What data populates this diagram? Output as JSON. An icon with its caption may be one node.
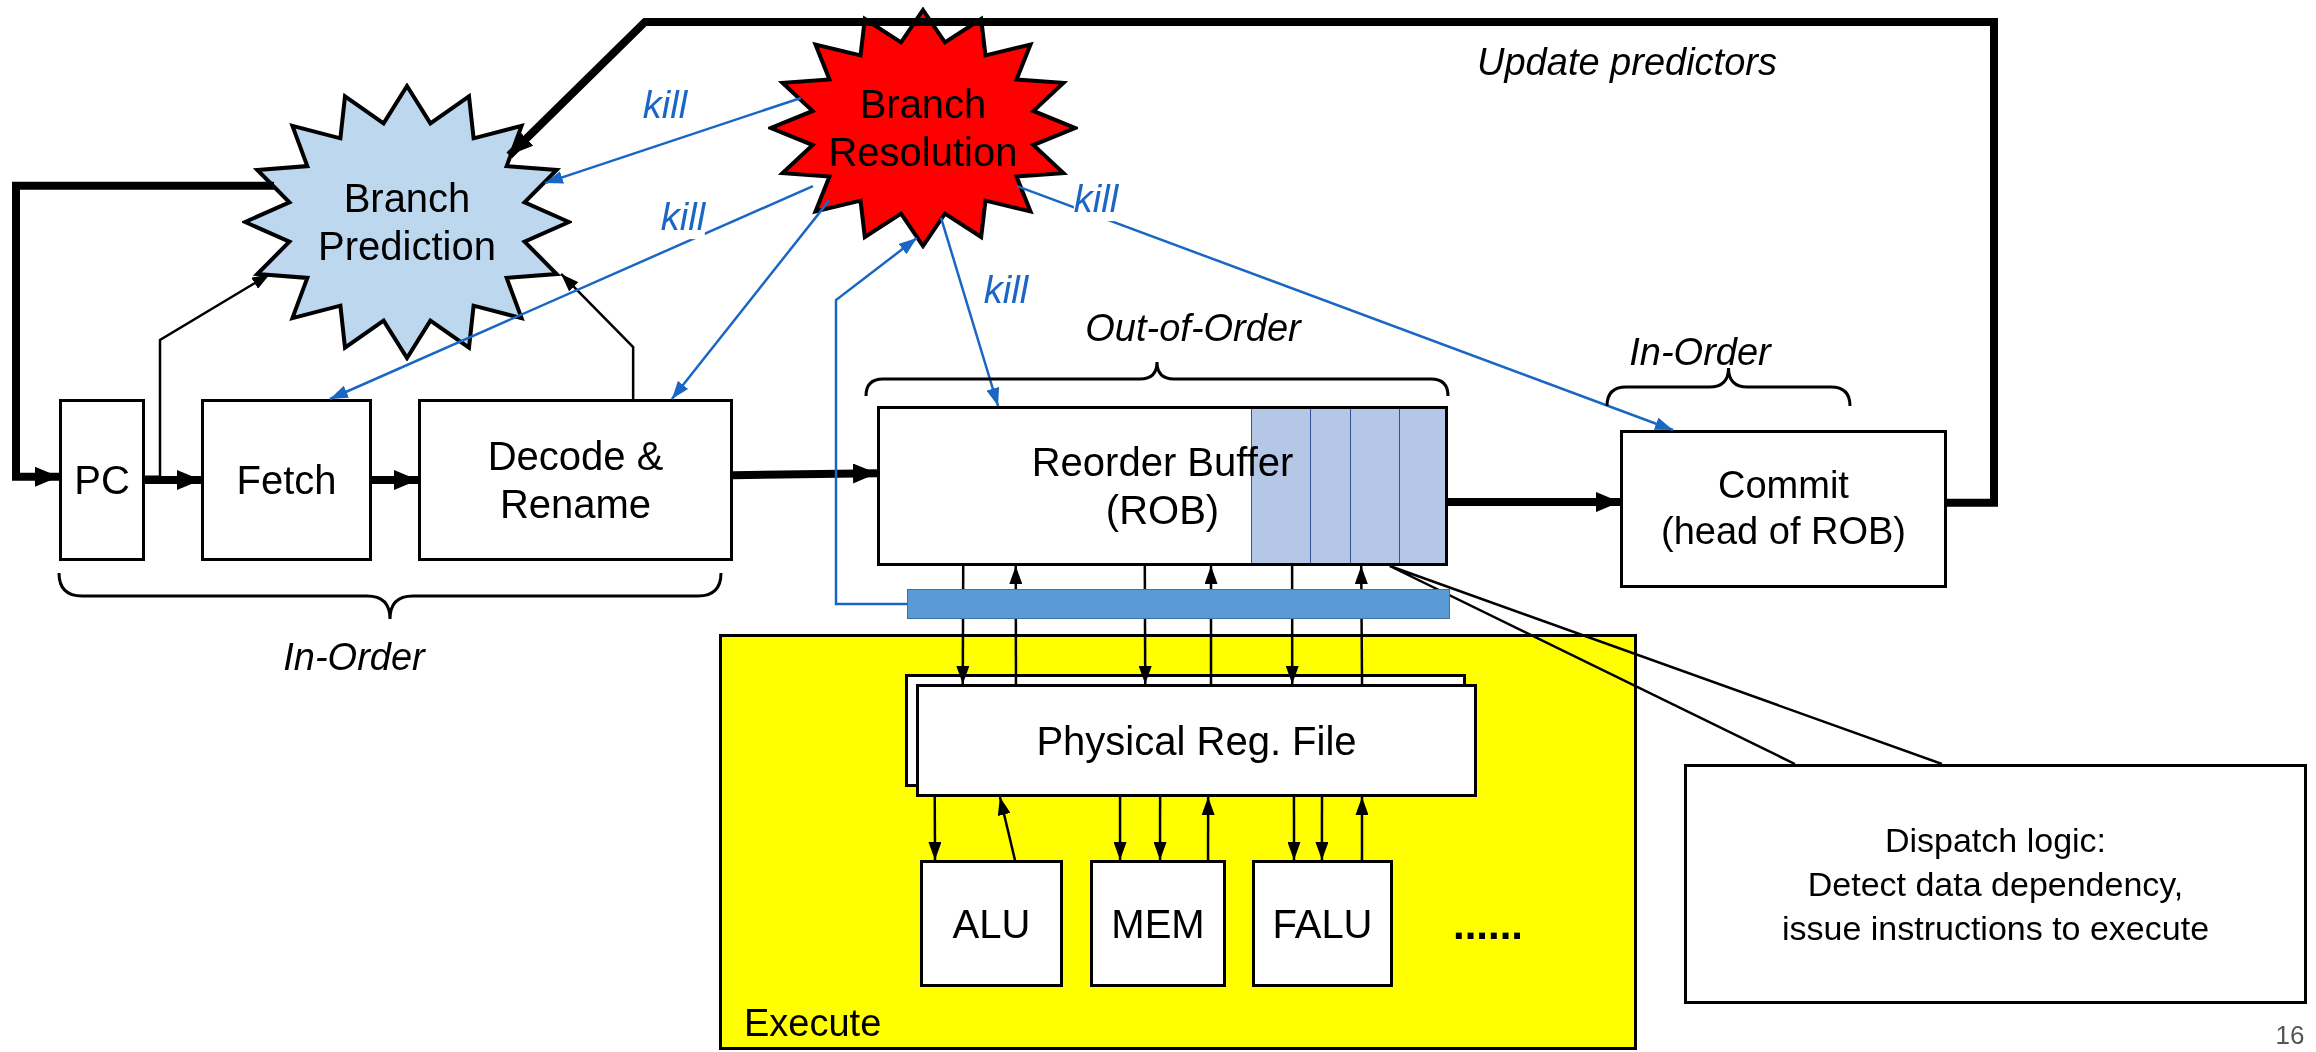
{
  "diagram": {
    "nodes": [
      {
        "text": [
          "Branch Prediction"
        ]
      },
      {
        "text": [
          "Branch Resolution"
        ]
      },
      {
        "text": [
          "PC"
        ]
      },
      {
        "text": [
          "Fetch"
        ]
      },
      {
        "text": [
          "Decode & Rename"
        ]
      },
      {
        "text": [
          "Reorder Buffer (ROB)"
        ]
      },
      {
        "text": [
          "Commit",
          "(head of ROB)"
        ]
      },
      {
        "text": [],
        "shape": "bar"
      },
      {
        "text": [
          "Execute"
        ]
      },
      {
        "text": [
          "Physical Reg. File"
        ],
        "in": 8
      },
      {
        "text": [
          "ALU"
        ],
        "in": 8
      },
      {
        "text": [
          "MEM"
        ],
        "in": 8
      },
      {
        "text": [
          "FALU"
        ],
        "in": 8
      },
      {
        "text": [
          "Dispatch logic:",
          "Detect data dependency, issue instructions to execute"
        ]
      }
    ],
    "edges": [
      {
        "from": 2,
        "to": 3,
        "arrow": "to",
        "style": "thick"
      },
      {
        "from": 3,
        "to": 4,
        "arrow": "to",
        "style": "thick"
      },
      {
        "from": 4,
        "to": 5,
        "arrow": "to",
        "style": "thick"
      },
      {
        "from": 5,
        "to": 6,
        "arrow": "to",
        "style": "thick"
      },
      {
        "from": 6,
        "to": 0,
        "arrow": "to",
        "style": "thick",
        "label": "Update predictors"
      },
      {
        "from": 0,
        "to": 2,
        "arrow": "to",
        "style": "thick"
      },
      {
        "from": 2,
        "to": 0,
        "arrow": "to"
      },
      {
        "from": 4,
        "to": 0,
        "arrow": "to"
      },
      {
        "from": 1,
        "to": 0,
        "arrow": "to",
        "color": "#1a66c4",
        "label": "kill"
      },
      {
        "from": 1,
        "to": 3,
        "arrow": "to",
        "color": "#1a66c4",
        "label": "kill"
      },
      {
        "from": 1,
        "to": 4,
        "arrow": "to",
        "color": "#1a66c4"
      },
      {
        "from": 1,
        "to": 5,
        "arrow": "to",
        "color": "#1a66c4",
        "label": "kill"
      },
      {
        "from": 1,
        "to": 6,
        "arrow": "to",
        "color": "#1a66c4",
        "label": "kill"
      },
      {
        "from": 7,
        "to": 1,
        "arrow": "to",
        "color": "#1a66c4"
      },
      {
        "from": 5,
        "to": 9,
        "arrow": "to"
      },
      {
        "from": 9,
        "to": 5,
        "arrow": "to"
      },
      {
        "from": 5,
        "to": 9,
        "arrow": "to"
      },
      {
        "from": 9,
        "to": 5,
        "arrow": "to"
      },
      {
        "from": 5,
        "to": 9,
        "arrow": "to"
      },
      {
        "from": 9,
        "to": 5,
        "arrow": "to"
      },
      {
        "from": 9,
        "to": 10,
        "arrow": "to"
      },
      {
        "from": 10,
        "to": 9,
        "arrow": "to"
      },
      {
        "from": 9,
        "to": 11,
        "arrow": "to"
      },
      {
        "from": 9,
        "to": 11,
        "arrow": "to"
      },
      {
        "from": 11,
        "to": 9,
        "arrow": "to"
      },
      {
        "from": 9,
        "to": 12,
        "arrow": "to"
      },
      {
        "from": 9,
        "to": 12,
        "arrow": "to"
      },
      {
        "from": 12,
        "to": 9,
        "arrow": "to"
      },
      {
        "from": 13,
        "to": 5,
        "arrow": "none"
      }
    ],
    "labels": [
      "Out-of-Order",
      "In-Order",
      "In-Order",
      "......",
      "16"
    ]
  }
}
